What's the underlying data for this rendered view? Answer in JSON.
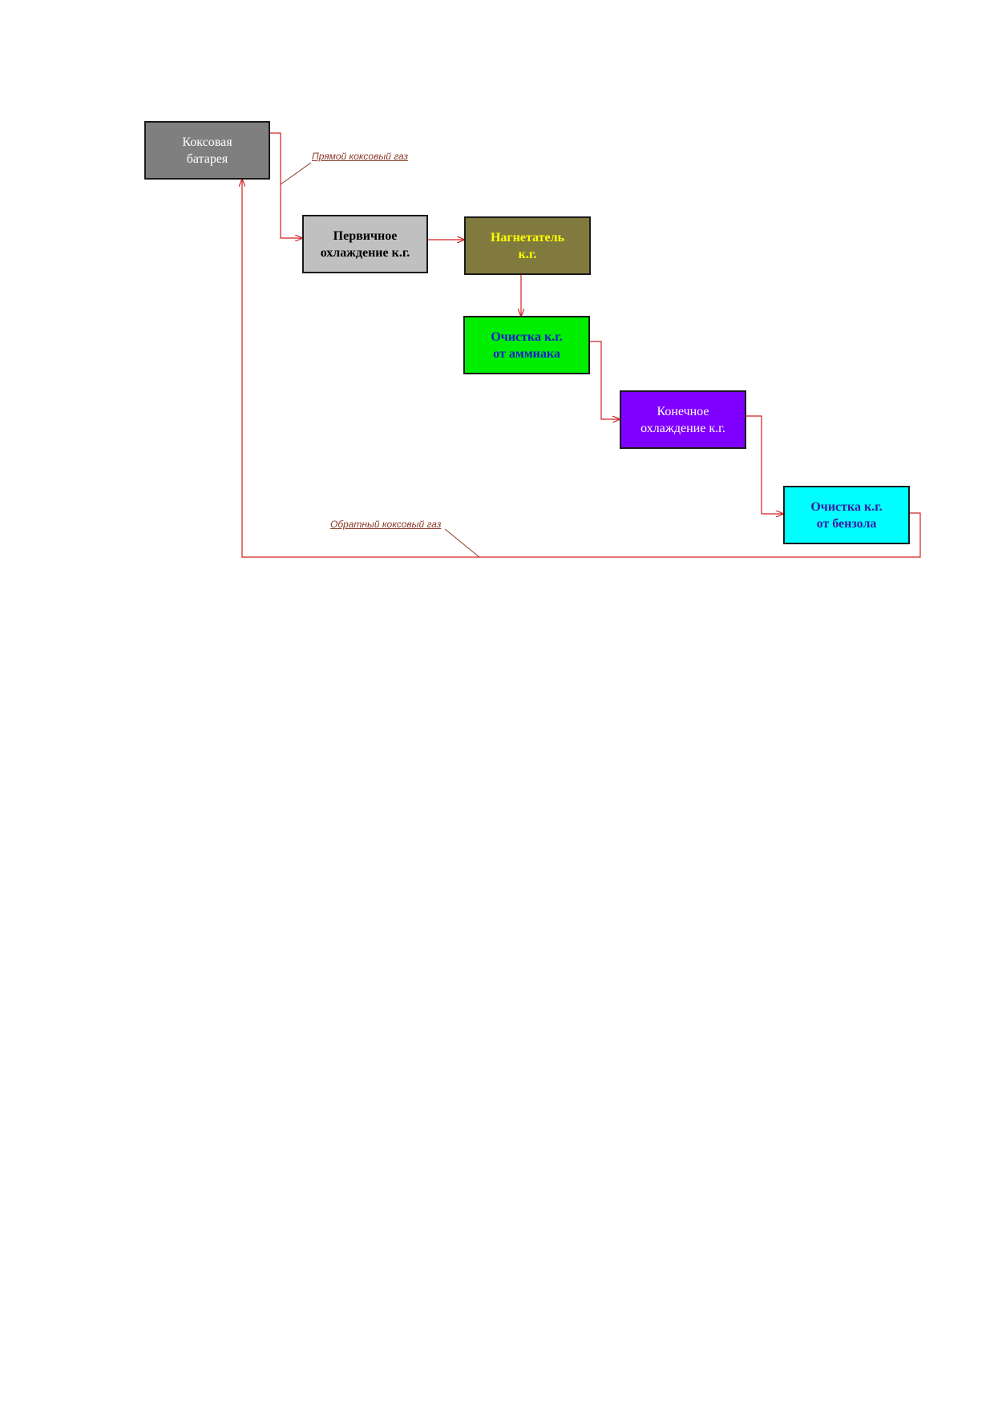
{
  "colors": {
    "connector": "#d42020",
    "label_text": "#8b3a2a"
  },
  "boxes": {
    "coke_battery": {
      "lines": [
        "Коксовая",
        "батарея"
      ],
      "bg": "#7f7f7f",
      "text_color": "#ffffff"
    },
    "primary_cooling": {
      "lines": [
        "Первичное",
        "охлаждение к.г."
      ],
      "bg": "#c0c0c0",
      "text_color": "#000000"
    },
    "blower": {
      "lines": [
        "Нагнетатель",
        "к.г."
      ],
      "bg": "#807a3e",
      "text_color": "#ffff00"
    },
    "ammonia_cleaning": {
      "lines": [
        "Очистка к.г.",
        "от аммиака"
      ],
      "bg": "#00ee00",
      "text_color": "#1a1ad0"
    },
    "final_cooling": {
      "lines": [
        "Конечное",
        "охлаждение к.г."
      ],
      "bg": "#8000ff",
      "text_color": "#ffffff"
    },
    "benzene_cleaning": {
      "lines": [
        "Очистка к.г.",
        "от бензола"
      ],
      "bg": "#00ffff",
      "text_color": "#3a1aa0"
    }
  },
  "labels": {
    "direct_gas": "Прямой коксовый газ",
    "return_gas": "Обратный коксовый газ"
  }
}
